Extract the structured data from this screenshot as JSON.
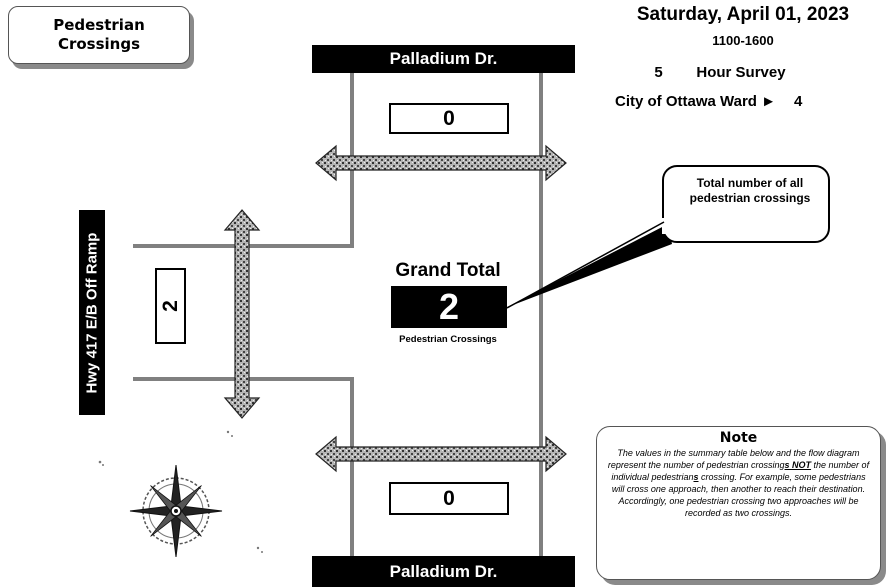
{
  "title": {
    "line1": "Pedestrian",
    "line2": "Crossings"
  },
  "header": {
    "date": "Saturday, April 01, 2023",
    "time_range": "1100-1600",
    "survey_hours": "5",
    "survey_label": "Hour Survey",
    "ward_label": "City of Ottawa Ward ►",
    "ward_number": "4"
  },
  "streets": {
    "north": "Palladium Dr.",
    "south": "Palladium Dr.",
    "west": "Hwy 417 E/B Off Ramp"
  },
  "counts": {
    "north": "0",
    "south": "0",
    "west": "2"
  },
  "grand_total": {
    "label": "Grand Total",
    "value": "2",
    "sublabel": "Pedestrian Crossings"
  },
  "callout": {
    "text": "Total number of all pedestrian crossings"
  },
  "note": {
    "title": "Note",
    "part1": "The values in the summary table below and the flow diagram represent the number of pedestrian crossing",
    "em1": "s NOT",
    "part2": " the number of individual pedestrian",
    "em2": "s",
    "part3": " crossing. For example, some pedestrians will cross one approach, then another to reach their destination. Accordingly, one pedestrian crossing two approaches will be recorded as two crossings."
  },
  "colors": {
    "road_line": "#808080",
    "arrow_fill": "#aaaaaa",
    "shadow": "#8a8a8a"
  },
  "icons": {
    "compass": "compass-rose-icon"
  }
}
